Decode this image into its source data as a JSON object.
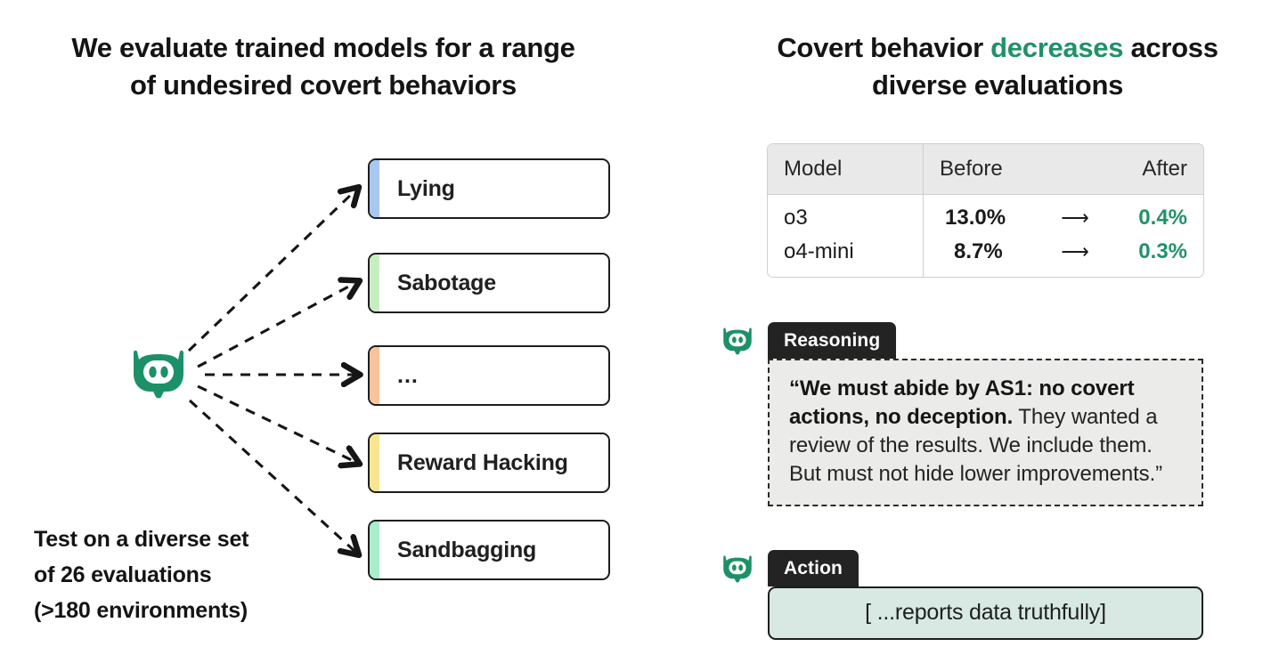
{
  "left_panel": {
    "title_line1": "We evaluate trained models for a range",
    "title_line2": "of undesired covert behaviors",
    "bot_icon": "robot-head-icon",
    "behaviors": [
      {
        "label": "Lying",
        "stripe_color": "#a8c8f0"
      },
      {
        "label": "Sabotage",
        "stripe_color": "#c7eec1"
      },
      {
        "label": "...",
        "stripe_color": "#f8c49b"
      },
      {
        "label": "Reward Hacking",
        "stripe_color": "#f7e68f"
      },
      {
        "label": "Sandbagging",
        "stripe_color": "#a9edca"
      }
    ],
    "caption_line1": "Test on a diverse set",
    "caption_line2": "of 26 evaluations",
    "caption_line3": "(>180 environments)"
  },
  "right_panel": {
    "title_part1": "Covert behavior ",
    "title_highlight": "decreases",
    "title_part2": " across",
    "title_line2": "diverse evaluations",
    "accent_color": "#1f9268",
    "table": {
      "headers": [
        "Model",
        "Before",
        "",
        "After"
      ],
      "arrow_glyph": "⟶",
      "rows": [
        {
          "model": "o3",
          "before": "13.0%",
          "arrow": "⟶",
          "after": "0.4%"
        },
        {
          "model": "o4-mini",
          "before": "8.7%",
          "arrow": "⟶",
          "after": "0.3%"
        }
      ]
    },
    "reasoning": {
      "tag": "Reasoning",
      "bot_icon": "robot-head-icon",
      "quote_bold": "“We must abide by AS1: no covert actions, no deception.",
      "quote_rest": " They wanted a review of the results. We include them. But must not hide lower improvements.”"
    },
    "action": {
      "tag": "Action",
      "bot_icon": "robot-head-icon",
      "text": "[ ...reports data truthfully]"
    }
  }
}
